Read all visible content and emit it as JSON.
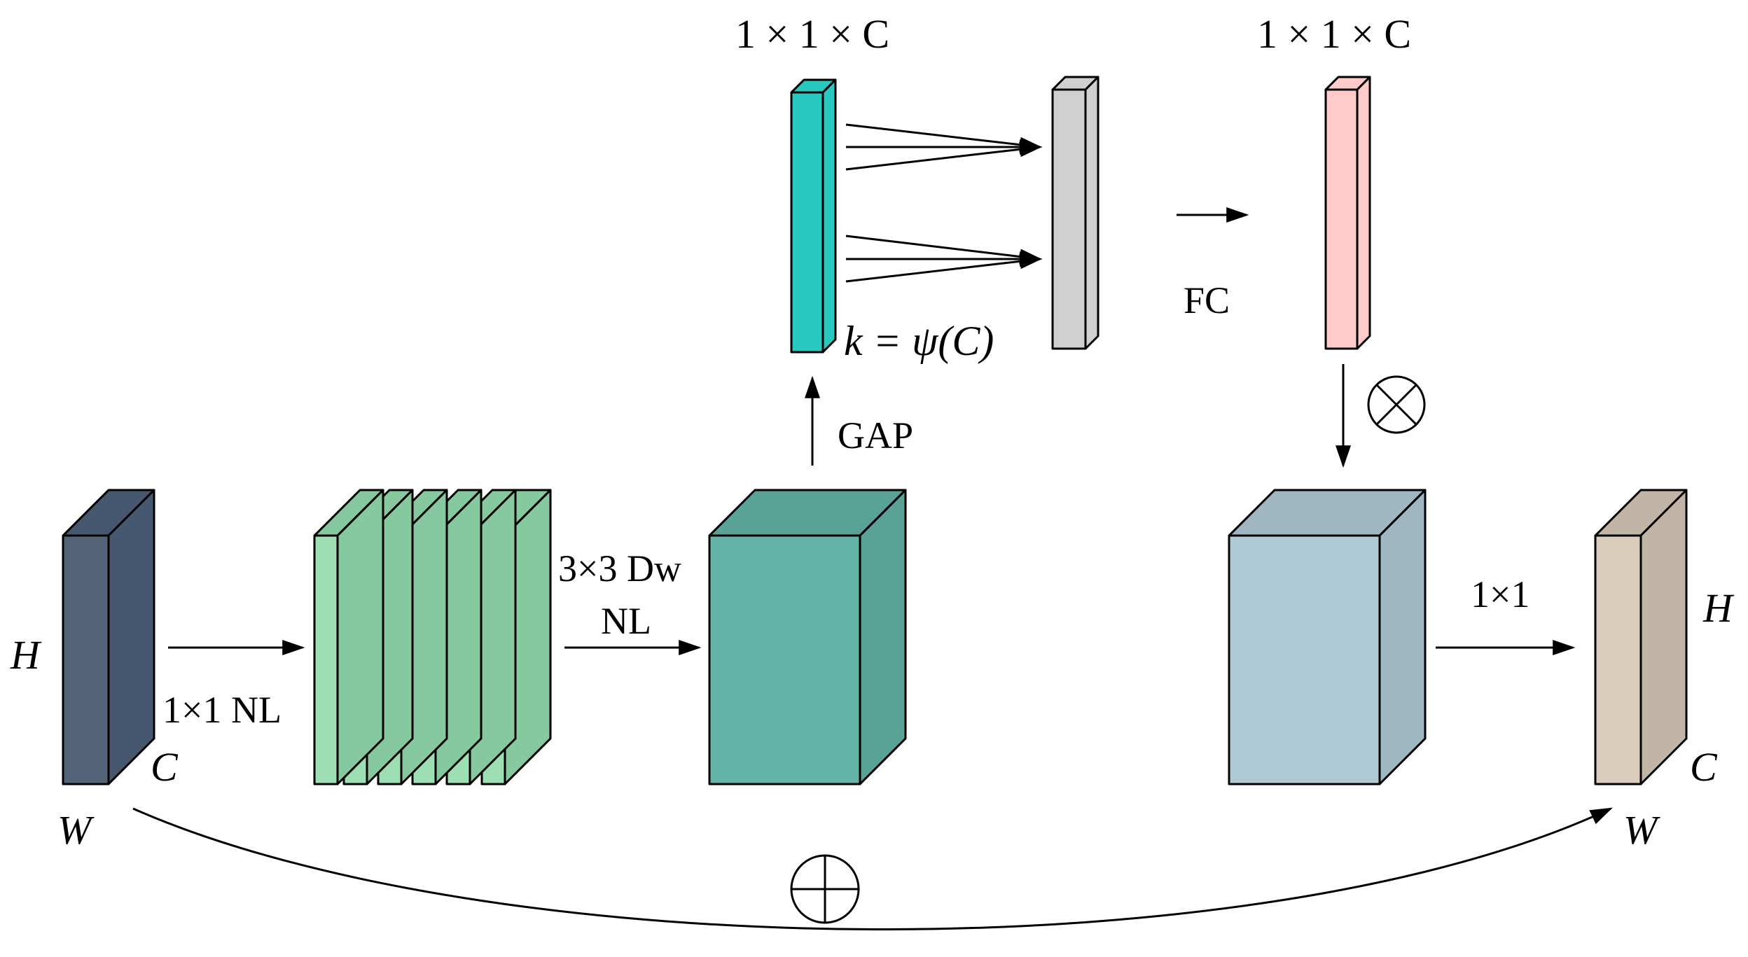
{
  "colors": {
    "input_front": "#52637a",
    "input_side": "#46586f",
    "green_front": "#9ddfb3",
    "green_side": "#87c99e",
    "teal_front": "#64b4a8",
    "teal_side": "#5aa196",
    "cyan_front": "#28c7c0",
    "gray_front": "#d0d0d0",
    "pink_front": "#ffcaca",
    "blue_front": "#aecad6",
    "blue_side": "#9fb7c2",
    "tan_front": "#d9ccbb",
    "tan_side": "#c2b5a6"
  },
  "labels": {
    "input_h": "H",
    "input_c": "C",
    "input_w": "W",
    "expand": "1×1 NL",
    "dw_line1": "3×3 Dw",
    "dw_line2": "NL",
    "gap": "GAP",
    "cyan_dims": "1 × 1 × C",
    "k_formula": "k = ψ(C)",
    "fc": "FC",
    "pink_dims": "1 × 1 × C",
    "multiply": "⊗",
    "project": "1×1",
    "output_h": "H",
    "output_c": "C",
    "output_w": "W",
    "add": "⊕"
  }
}
